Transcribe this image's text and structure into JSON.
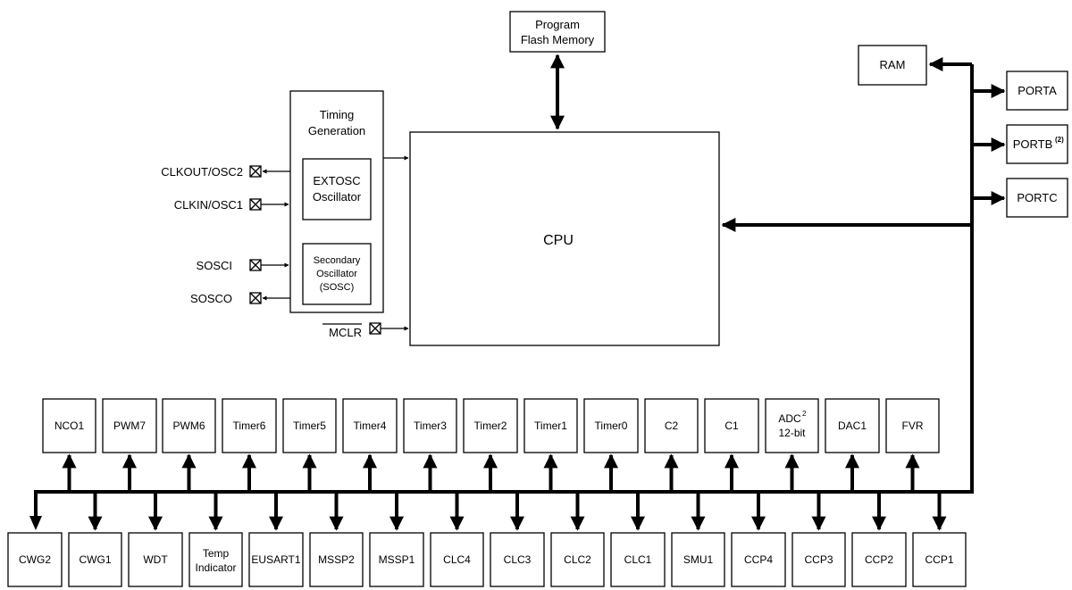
{
  "flash": {
    "line1": "Program",
    "line2": "Flash Memory"
  },
  "cpu": {
    "label": "CPU"
  },
  "timing": {
    "title_line1": "Timing",
    "title_line2": "Generation",
    "extosc_line1": "EXTOSC",
    "extosc_line2": "Oscillator",
    "sosc_line1": "Secondary",
    "sosc_line2": "Oscillator",
    "sosc_line3": "(SOSC)"
  },
  "pins": {
    "clkout": "CLKOUT/OSC2",
    "clkin": "CLKIN/OSC1",
    "sosci": "SOSCI",
    "sosco": "SOSCO",
    "mclr": "MCLR"
  },
  "ram": {
    "label": "RAM"
  },
  "ports": {
    "porta": "PORTA",
    "portb": "PORTB",
    "portb_note": "(2)",
    "portc": "PORTC"
  },
  "top_peripherals": {
    "nco1": "NCO1",
    "pwm7": "PWM7",
    "pwm6": "PWM6",
    "timer6": "Timer6",
    "timer5": "Timer5",
    "timer4": "Timer4",
    "timer3": "Timer3",
    "timer2": "Timer2",
    "timer1": "Timer1",
    "timer0": "Timer0",
    "c2": "C2",
    "c1": "C1",
    "adc_line1": "ADC",
    "adc_note": "2",
    "adc_line2": "12-bit",
    "dac1": "DAC1",
    "fvr": "FVR"
  },
  "bottom_peripherals": {
    "cwg2": "CWG2",
    "cwg1": "CWG1",
    "wdt": "WDT",
    "temp_line1": "Temp",
    "temp_line2": "Indicator",
    "eusart1": "EUSART1",
    "mssp2": "MSSP2",
    "mssp1": "MSSP1",
    "clc4": "CLC4",
    "clc3": "CLC3",
    "clc2": "CLC2",
    "clc1": "CLC1",
    "smu1": "SMU1",
    "ccp4": "CCP4",
    "ccp3": "CCP3",
    "ccp2": "CCP2",
    "ccp1": "CCP1"
  }
}
